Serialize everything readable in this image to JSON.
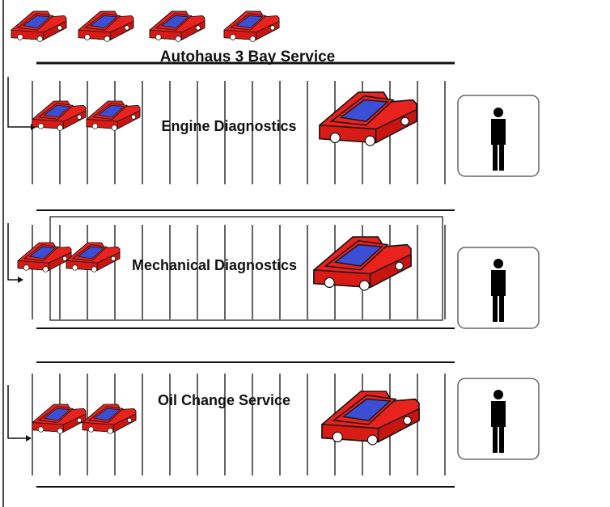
{
  "title": "Autohaus 3 Bay Service",
  "colors": {
    "car_body": "#e8221d",
    "car_glass": "#3b4fd6",
    "outline": "#111111",
    "icon_frame": "#666666",
    "person": "#000000",
    "background": "#ffffff"
  },
  "icons": {
    "car": "car-icon",
    "technician": "person-icon",
    "entry": "entry-arrow-icon"
  },
  "bays": [
    {
      "label": "Engine Diagnostics",
      "queued_cars": 2,
      "car_in_service": true,
      "technician": true
    },
    {
      "label": "Mechanical Diagnostics",
      "queued_cars": 2,
      "car_in_service": true,
      "technician": true
    },
    {
      "label": "Oil Change Service",
      "queued_cars": 2,
      "car_in_service": true,
      "technician": true
    }
  ],
  "waiting_cars": 4
}
